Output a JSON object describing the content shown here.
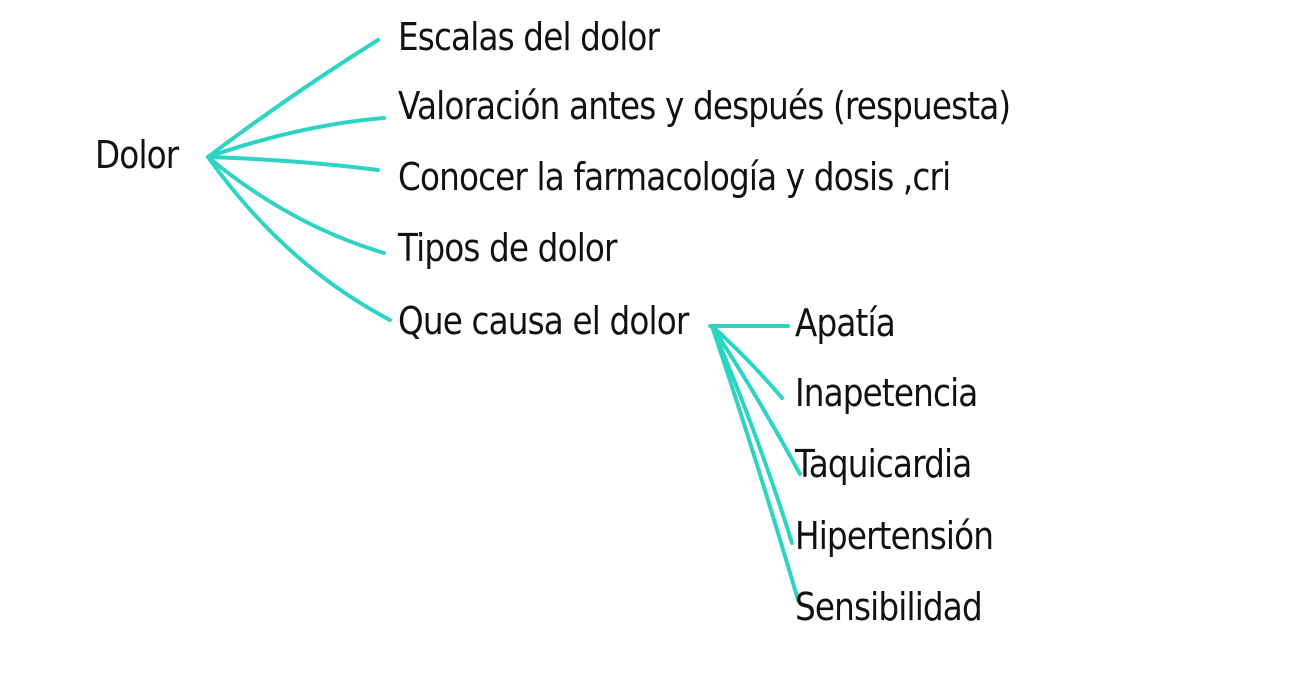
{
  "mindmap": {
    "root": "Dolor",
    "branches": [
      "Escalas del dolor",
      "Valoración antes y después (respuesta)",
      "Conocer la farmacología y dosis ,cri",
      "Tipos de dolor",
      "Que causa el dolor"
    ],
    "sub_branches": [
      "Apatía",
      "Inapetencia",
      "Taquicardia",
      "Hipertensión",
      "Sensibilidad"
    ]
  },
  "colors": {
    "connector": "#2dd4c4",
    "text": "#111111",
    "background": "#ffffff"
  }
}
